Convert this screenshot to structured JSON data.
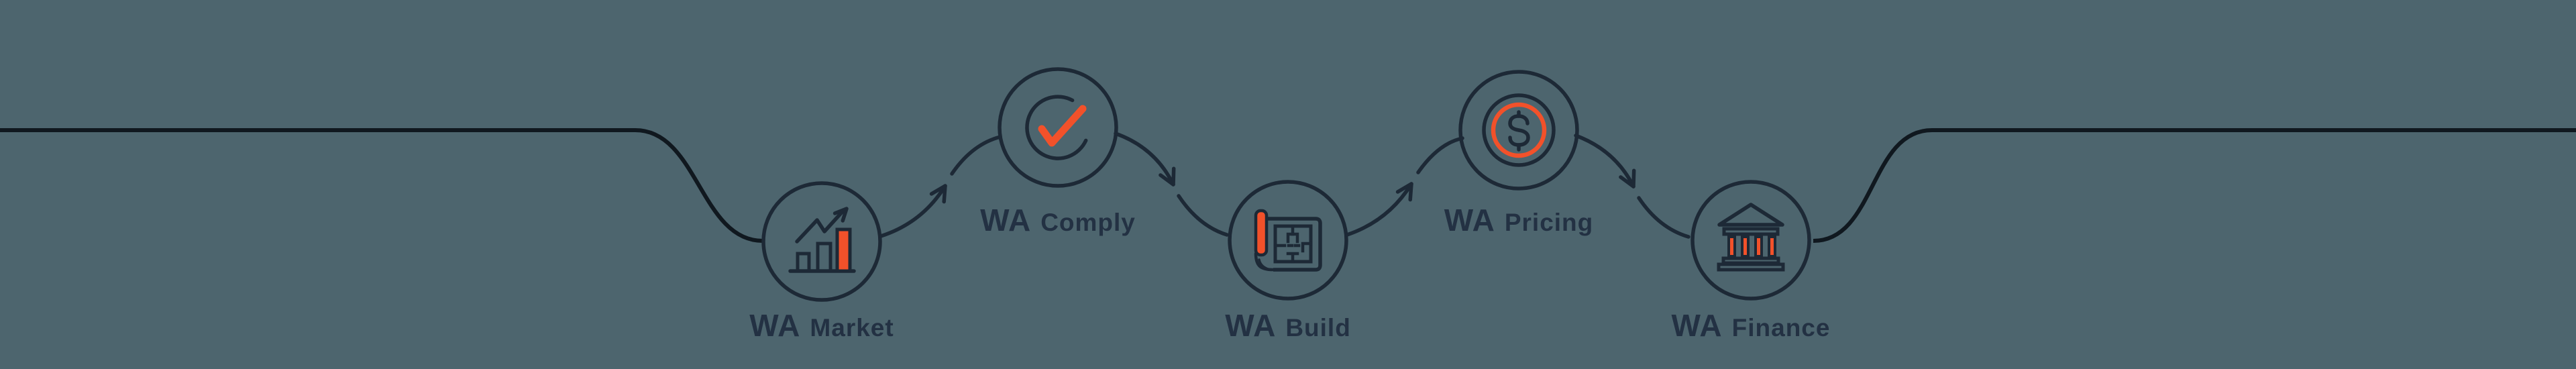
{
  "colors": {
    "background": "#4d656e",
    "line": "#10181f",
    "ink": "#1d2936",
    "accent": "#f2512a",
    "label": "#233143"
  },
  "flow": {
    "steps": [
      {
        "prefix": "WA",
        "name": "Market",
        "icon": "bar-chart-growth-icon"
      },
      {
        "prefix": "WA",
        "name": "Comply",
        "icon": "check-circle-icon"
      },
      {
        "prefix": "WA",
        "name": "Build",
        "icon": "blueprint-icon"
      },
      {
        "prefix": "WA",
        "name": "Pricing",
        "icon": "dollar-coin-icon"
      },
      {
        "prefix": "WA",
        "name": "Finance",
        "icon": "bank-icon"
      }
    ]
  }
}
